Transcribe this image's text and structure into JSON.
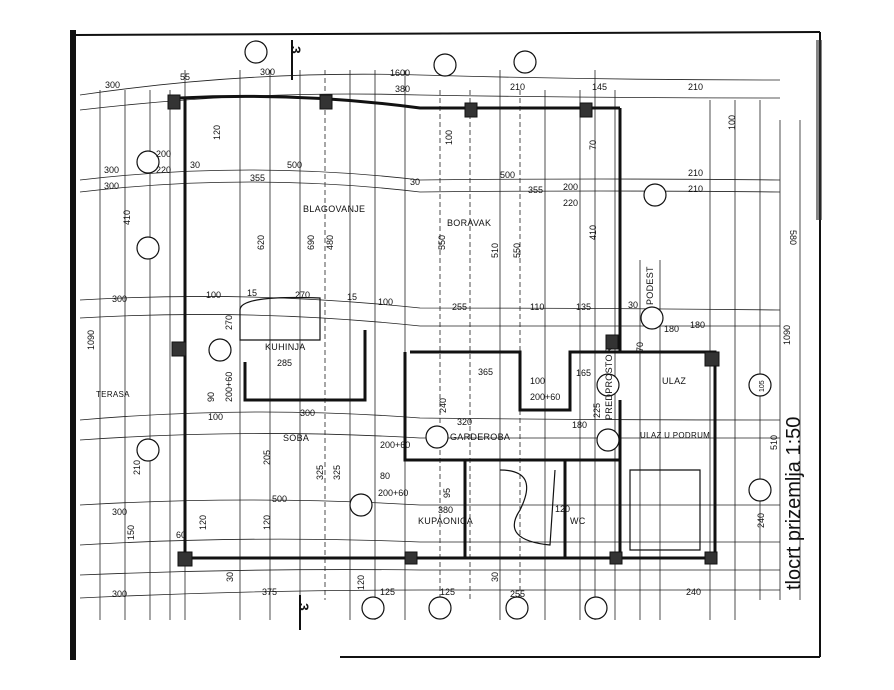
{
  "plan": {
    "title": "tlocrt prizemlja 1:50",
    "section_mark": "3",
    "rooms": {
      "blagovanje": "BLAGOVANJE",
      "boravak": "BORAVAK",
      "kuhinja": "KUHINJA",
      "soba": "SOBA",
      "garderoba": "GARDEROBA",
      "kupaonica": "KUPAONICA",
      "wc": "WC",
      "predprostor": "PREDPROSTOR",
      "ulaz_u_podrum": "ULAZ U PODRUM",
      "podest": "PODEST",
      "ulaz": "ULAZ",
      "terasa": "TERASA"
    },
    "dims": [
      "300",
      "55",
      "300",
      "1600",
      "380",
      "210",
      "145",
      "210",
      "300",
      "30",
      "200",
      "220",
      "500",
      "355",
      "30",
      "500",
      "355",
      "200",
      "220",
      "210",
      "210",
      "300",
      "410",
      "620",
      "690",
      "480",
      "550",
      "510",
      "550",
      "410",
      "580",
      "1090",
      "300",
      "100",
      "15",
      "270",
      "15",
      "100",
      "255",
      "110",
      "135",
      "30",
      "180",
      "1090",
      "270",
      "285",
      "365",
      "100",
      "200+60",
      "165",
      "180",
      "90",
      "200+60",
      "100",
      "300",
      "320",
      "240",
      "200+60",
      "180",
      "225",
      "70",
      "210",
      "205",
      "325",
      "325",
      "80",
      "200+60",
      "95",
      "380",
      "120",
      "150",
      "300",
      "500",
      "120",
      "120",
      "125",
      "60",
      "125",
      "255",
      "240",
      "375",
      "30",
      "30",
      "510",
      "105",
      "240",
      "100",
      "120",
      "70",
      "100",
      "120",
      "300"
    ]
  }
}
